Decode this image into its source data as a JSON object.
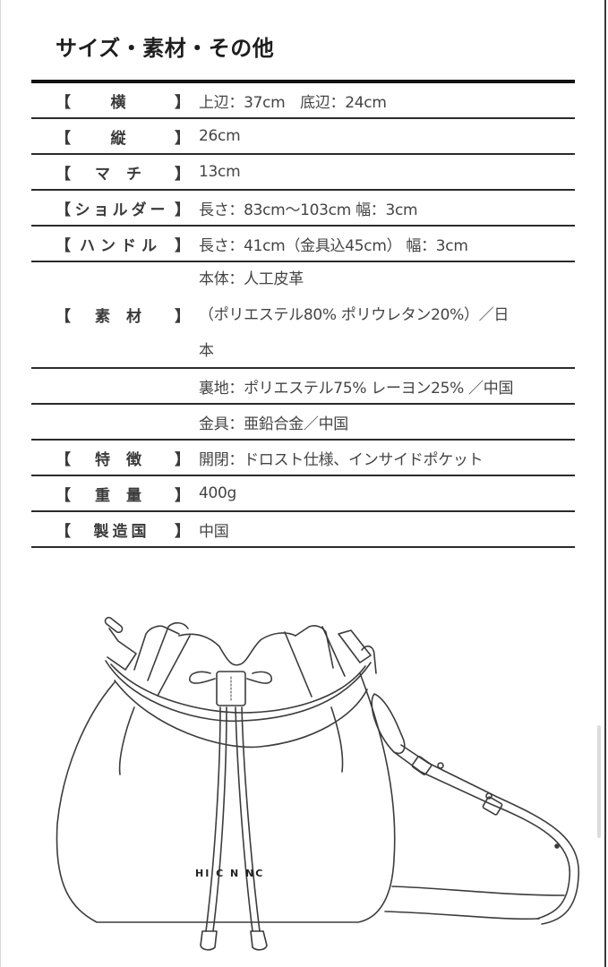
{
  "section": {
    "title": "サイズ・素材・その他"
  },
  "bracket": {
    "open": "【",
    "close": "】"
  },
  "specs": [
    {
      "label": "横",
      "value": "上辺：37cm　底辺：24cm"
    },
    {
      "label": "縦",
      "value": "26cm"
    },
    {
      "label": "マ チ",
      "value": "13cm"
    },
    {
      "label": "ショルダー",
      "value": "長さ：83cm〜103cm 幅：3cm"
    },
    {
      "label": "ハンドル",
      "value": "長さ：41cm（金具込45cm） 幅：3cm"
    },
    {
      "label": "素 材",
      "lines": [
        "本体：人工皮革",
        "（ポリエステル80% ポリウレタン20%）／日",
        "本"
      ]
    },
    {
      "label": "",
      "value": "裏地：ポリエステル75% レーヨン25% ／中国"
    },
    {
      "label": "",
      "value": "金具：亜鉛合金／中国"
    },
    {
      "label": "特 徴",
      "value": "開閉：ドロスト仕様、インサイドポケット"
    },
    {
      "label": "重 量",
      "value": "400g"
    },
    {
      "label": "製造国",
      "value": "中国"
    }
  ],
  "illustration": {
    "subject": "drawstring bucket bag line drawing",
    "logo_text": "HI  C N  NC"
  },
  "colors": {
    "rule": "#111111",
    "row_rule": "#2b2b2b",
    "text": "#444444",
    "label": "#3a3a3a"
  }
}
